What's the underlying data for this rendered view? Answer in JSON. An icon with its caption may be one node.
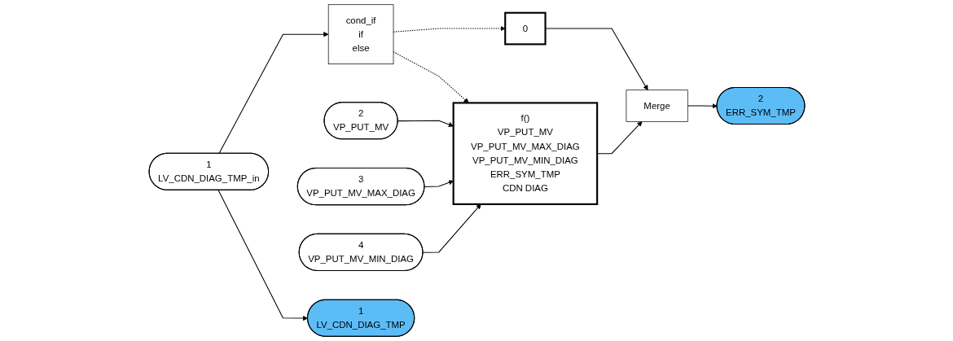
{
  "diagram": {
    "nodes": [
      {
        "text": [
          "1",
          "LV_CDN_DIAG_TMP_in"
        ]
      },
      {
        "text": [
          "cond_if",
          "if",
          "else"
        ]
      },
      {
        "text": [
          "0"
        ]
      },
      {
        "text": [
          "2",
          "VP_PUT_MV"
        ]
      },
      {
        "text": [
          "3",
          "VP_PUT_MV_MAX_DIAG"
        ]
      },
      {
        "text": [
          "4",
          "VP_PUT_MV_MIN_DIAG"
        ]
      },
      {
        "text": [
          "f()",
          "VP_PUT_MV",
          "VP_PUT_MV_MAX_DIAG",
          "VP_PUT_MV_MIN_DIAG",
          "ERR_SYM_TMP",
          "CDN DIAG"
        ]
      },
      {
        "text": [
          "Merge"
        ]
      },
      {
        "text": [
          "1",
          "LV_CDN_DIAG_TMP"
        ]
      },
      {
        "text": [
          "2",
          "ERR_SYM_TMP"
        ]
      }
    ],
    "edges": [
      {
        "from": 0,
        "to": 8,
        "arrow": "to"
      },
      {
        "from": 0,
        "to": 1,
        "arrow": "to"
      },
      {
        "from": 1,
        "to": 6,
        "arrow": "to",
        "style": "dashed"
      },
      {
        "from": 1,
        "to": 2,
        "arrow": "to",
        "style": "dashed"
      },
      {
        "from": 2,
        "to": 7,
        "arrow": "to"
      },
      {
        "from": 3,
        "to": 6,
        "arrow": "to"
      },
      {
        "from": 4,
        "to": 6,
        "arrow": "to"
      },
      {
        "from": 5,
        "to": 6,
        "arrow": "to"
      },
      {
        "from": 6,
        "to": 7,
        "arrow": "to"
      },
      {
        "from": 7,
        "to": 9,
        "arrow": "to"
      }
    ]
  }
}
